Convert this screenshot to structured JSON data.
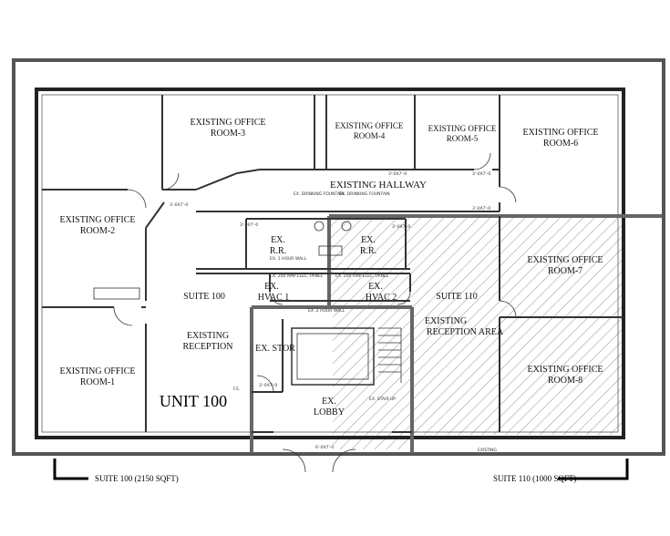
{
  "title": "UNIT 100",
  "rooms": [
    {
      "id": "office-2",
      "line1": "EXISTING OFFICE",
      "line2": "ROOM-2"
    },
    {
      "id": "office-3",
      "line1": "EXISTING OFFICE",
      "line2": "ROOM-3"
    },
    {
      "id": "office-4",
      "line1": "EXISTING OFFICE",
      "line2": "ROOM-4"
    },
    {
      "id": "office-5",
      "line1": "EXISTING OFFICE",
      "line2": "ROOM-5"
    },
    {
      "id": "office-6",
      "line1": "EXISTING OFFICE",
      "line2": "ROOM-6"
    },
    {
      "id": "office-1",
      "line1": "EXISTING OFFICE",
      "line2": "ROOM-1"
    },
    {
      "id": "office-7",
      "line1": "EXISTING OFFICE",
      "line2": "ROOM-7"
    },
    {
      "id": "office-8",
      "line1": "EXISTING OFFICE",
      "line2": "ROOM-8"
    }
  ],
  "labels": {
    "hallway": "EXISTING HALLWAY",
    "rr1_a": "EX.",
    "rr1_b": "R.R.",
    "rr2_a": "EX.",
    "rr2_b": "R.R.",
    "hvac1_a": "EX.",
    "hvac1_b": "HVAC 1",
    "hvac2_a": "EX.",
    "hvac2_b": "HVAC 2",
    "suite100": "SUITE 100",
    "suite110": "SUITE 110",
    "reception_a": "EXISTING",
    "reception_b": "RECEPTION",
    "reception2_a": "EXISTING",
    "reception2_b": "RECEPTION AREA",
    "stor": "EX. STOR",
    "lobby_a": "EX.",
    "lobby_b": "LOBBY"
  },
  "legend": {
    "suite100": "SUITE 100 (2150 SQFT)",
    "suite110": "SUITE 110 (1000 SQFT)"
  },
  "annotations": {
    "door_3_0x7_0": "3'-0X7'-0",
    "door_6_0x7_0": "6'-0X7'-0",
    "hour_wall": "EX. 1 HOUR WALL",
    "hour_wall2": "EX. 2 HOUR WALL",
    "fountain": "EX. DRINKING FOUNTAIN",
    "panel": "EX. 200 AMP ELEC. PANEL",
    "stair": "EX. STAIR UP",
    "fe": "F.E.",
    "existing": "EXISTING"
  }
}
